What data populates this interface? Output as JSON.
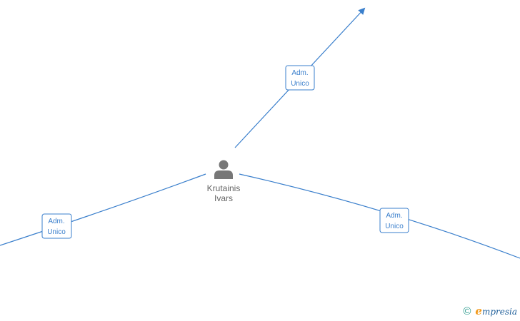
{
  "node": {
    "name_line1": "Krutainis",
    "name_line2": "Ivars",
    "icon": "person-icon"
  },
  "edges": [
    {
      "id": "edge-up-right",
      "label_line1": "Adm.",
      "label_line2": "Unico",
      "arrow": true
    },
    {
      "id": "edge-left",
      "label_line1": "Adm.",
      "label_line2": "Unico",
      "arrow": false
    },
    {
      "id": "edge-right",
      "label_line1": "Adm.",
      "label_line2": "Unico",
      "arrow": false
    }
  ],
  "watermark": {
    "symbol": "©",
    "brand_initial": "e",
    "brand_rest": "mpresia"
  },
  "colors": {
    "edge": "#3a7fcc",
    "node_text": "#666666",
    "icon": "#777777",
    "brand_blue": "#1f5f9a",
    "brand_orange": "#f29a1d"
  }
}
